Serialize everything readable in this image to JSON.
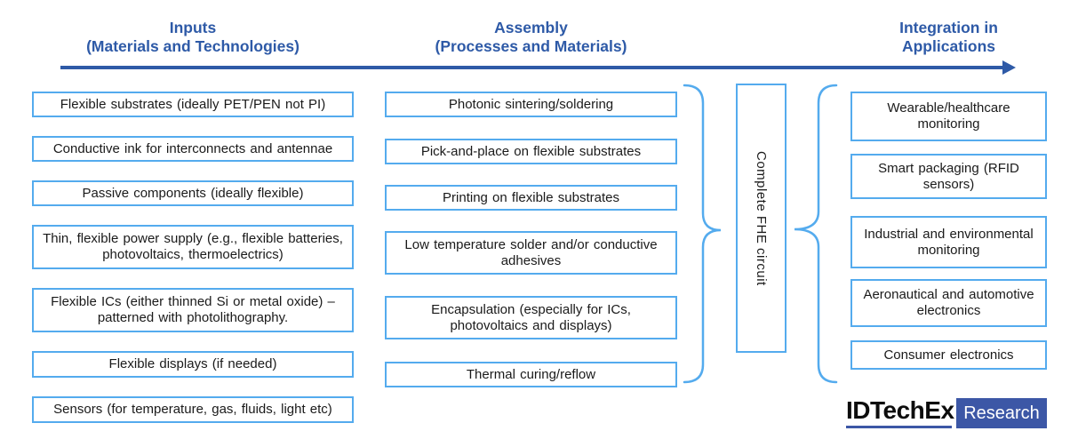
{
  "colors": {
    "header_blue": "#2E5AA7",
    "arrow_blue": "#2E5AA7",
    "box_border_blue": "#54ABEE",
    "brace_blue": "#54ABEE",
    "logo_navy": "#3C57A6",
    "box_text": "#1a1a1a"
  },
  "columns": [
    {
      "id": "inputs",
      "title": [
        "Inputs",
        "(Materials and Technologies)"
      ],
      "items": [
        "Flexible substrates (ideally PET/PEN not PI)",
        "Conductive ink for interconnects and antennae",
        "Passive components (ideally flexible)",
        "Thin, flexible power supply (e.g., flexible batteries, photovoltaics, thermoelectrics)",
        "Flexible ICs (either thinned Si or metal oxide) – patterned with photolithography.",
        "Flexible displays (if needed)",
        "Sensors (for temperature, gas, fluids, light etc)"
      ]
    },
    {
      "id": "assembly",
      "title": [
        "Assembly",
        "(Processes and Materials)"
      ],
      "items": [
        "Photonic sintering/soldering",
        "Pick-and-place on flexible substrates",
        "Printing on flexible substrates",
        "Low temperature solder and/or conductive adhesives",
        "Encapsulation (especially for ICs, photovoltaics and displays)",
        "Thermal curing/reflow"
      ]
    },
    {
      "id": "applications",
      "title": [
        "Integration in",
        "Applications"
      ],
      "items": [
        "Wearable/healthcare monitoring",
        "Smart packaging (RFID sensors)",
        "Industrial and environmental monitoring",
        "Aeronautical and automotive electronics",
        "Consumer electronics"
      ]
    }
  ],
  "center": {
    "label": "Complete FHE circuit"
  },
  "logo": {
    "brand": "IDTechEx",
    "badge": "Research"
  }
}
